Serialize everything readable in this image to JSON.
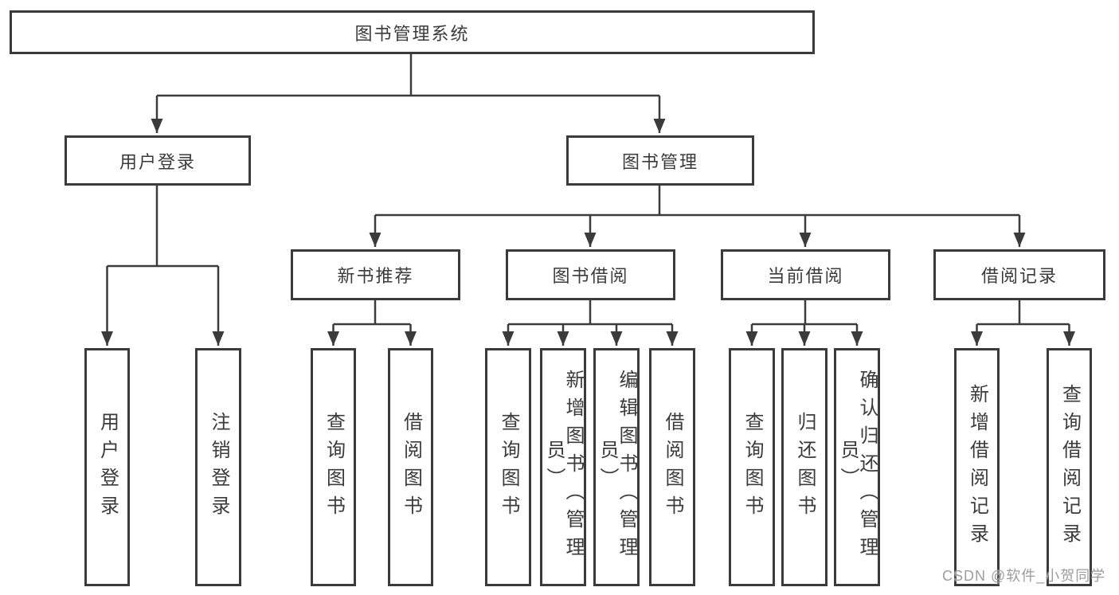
{
  "tree": {
    "label": "图书管理系统",
    "children": [
      {
        "label": "用户登录",
        "children": [
          {
            "label": "用户登录"
          },
          {
            "label": "注销登录"
          }
        ]
      },
      {
        "label": "图书管理",
        "children": [
          {
            "label": "新书推荐",
            "children": [
              {
                "label": "查询图书"
              },
              {
                "label": "借阅图书"
              }
            ]
          },
          {
            "label": "图书借阅",
            "children": [
              {
                "label": "查询图书"
              },
              {
                "label": "新增图书（管理员）"
              },
              {
                "label": "编辑图书（管理员）"
              },
              {
                "label": "借阅图书"
              }
            ]
          },
          {
            "label": "当前借阅",
            "children": [
              {
                "label": "查询图书"
              },
              {
                "label": "归还图书"
              },
              {
                "label": "确认归还（管理员）"
              }
            ]
          },
          {
            "label": "借阅记录",
            "children": [
              {
                "label": "新增借阅记录"
              },
              {
                "label": "查询借阅记录"
              }
            ]
          }
        ]
      }
    ]
  },
  "watermark": {
    "text": "CSDN @软件_小贺同学"
  },
  "colors": {
    "line": "#3b3b3b",
    "box_border": "#3b3b3b",
    "text": "#3b3b3b",
    "background": "#ffffff",
    "watermark": "#9d9d9d"
  }
}
